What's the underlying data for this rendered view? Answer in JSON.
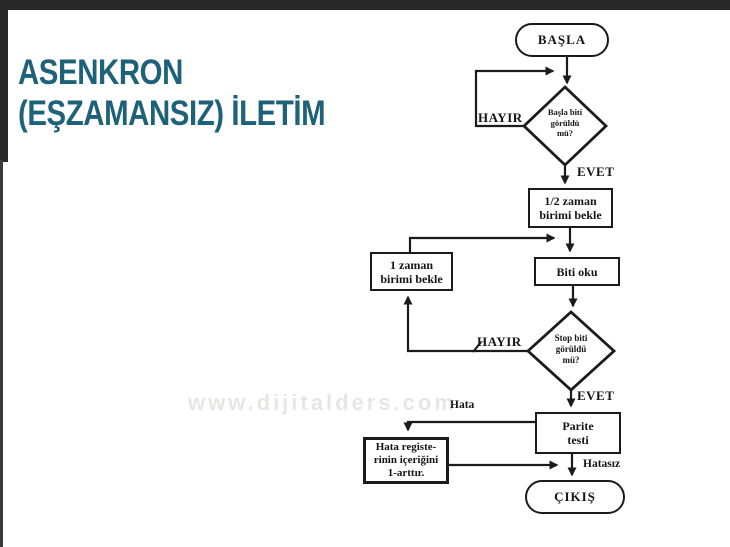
{
  "slide": {
    "title": {
      "line1": "ASENKRON",
      "line2": "(EŞZAMANSIZ) İLETİM"
    },
    "watermark": "www.dijitalders.com",
    "colors": {
      "title_text": "#1d6278",
      "flowchart_ink": "#1b1b1b",
      "watermark_text": "#e9e5e5",
      "background": "#ffffff"
    }
  },
  "flowchart": {
    "start_label": "BAŞLA",
    "decision_start_bit": {
      "line1": "Başla biti",
      "line2": "görüldü",
      "line3": "mü?"
    },
    "box_half_time": {
      "line1": "1/2 zaman",
      "line2": "birimi bekle"
    },
    "box_read_bit": "Biti oku",
    "box_one_time": {
      "line1": "1 zaman",
      "line2": "birimi bekle"
    },
    "decision_stop_bit": {
      "line1": "Stop biti",
      "line2": "görüldü",
      "line3": "mü?"
    },
    "box_parity": {
      "line1": "Parite",
      "line2": "testi"
    },
    "box_error_register": {
      "line1": "Hata registe-",
      "line2": "rinin içeriğini",
      "line3": "1-arttır."
    },
    "labels": {
      "no1": "HAYIR",
      "yes1": "EVET",
      "no2": "HAYIR",
      "yes2": "EVET",
      "error": "Hata",
      "ok": "Hatasız"
    },
    "end_label": "ÇIKIŞ"
  }
}
